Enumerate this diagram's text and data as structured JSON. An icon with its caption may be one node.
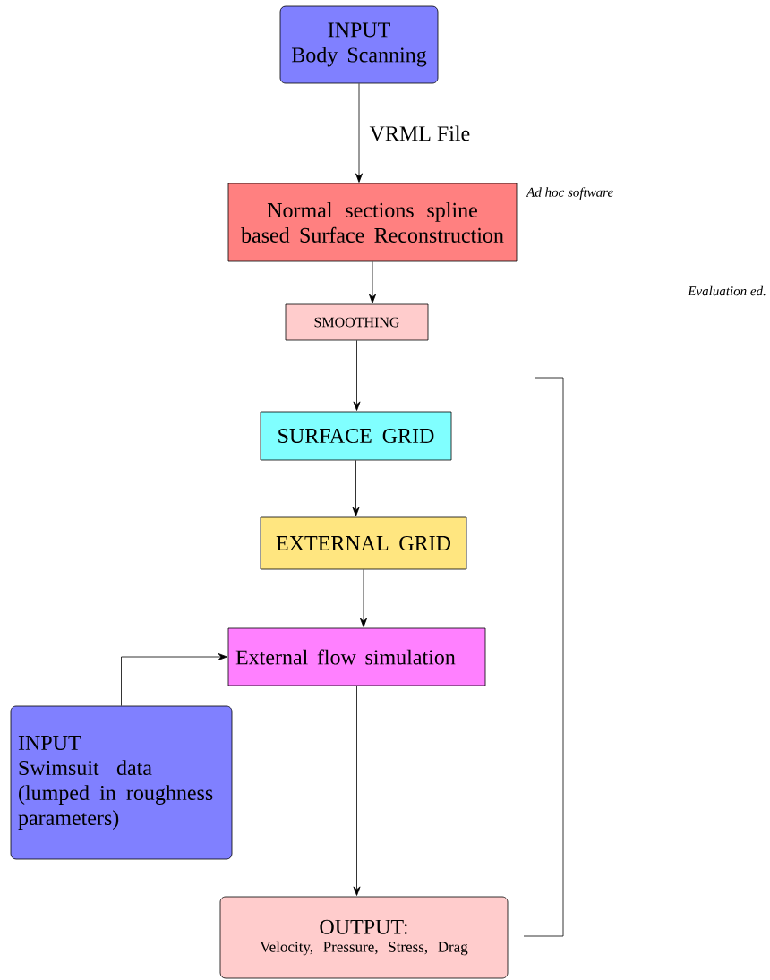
{
  "diagram": {
    "nodes": [
      {
        "text": [
          "INPUT",
          "Body Scanning"
        ]
      },
      {
        "text": [
          "Normal sections spline based Surface Reconstruction"
        ]
      },
      {
        "text": [
          "SMOOTHING"
        ]
      },
      {
        "text": [
          "SURFACE GRID"
        ]
      },
      {
        "text": [
          "EXTERNAL GRID"
        ]
      },
      {
        "text": [
          "External flow simulation"
        ]
      },
      {
        "text": [
          "INPUT",
          "Swimsuit data (lumped in roughness parameters)"
        ]
      },
      {
        "text": [
          "OUTPUT:",
          "Velocity, Pressure, Stress, Drag"
        ]
      }
    ],
    "edges": [
      {
        "from": 0,
        "to": 1,
        "arrow": "to",
        "label": "VRML File"
      },
      {
        "from": 1,
        "to": 2,
        "arrow": "to"
      },
      {
        "from": 2,
        "to": 3,
        "arrow": "to"
      },
      {
        "from": 3,
        "to": 4,
        "arrow": "to"
      },
      {
        "from": 4,
        "to": 5,
        "arrow": "to"
      },
      {
        "from": 6,
        "to": 5,
        "arrow": "to"
      },
      {
        "from": 5,
        "to": 7,
        "arrow": "to"
      }
    ],
    "labels": [
      "Ad hoc software",
      "Evaluation ed."
    ]
  }
}
